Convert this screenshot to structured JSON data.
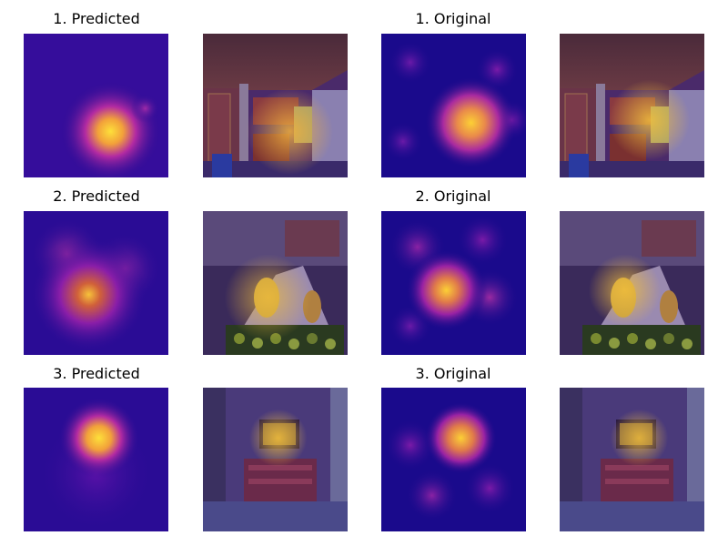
{
  "titles": {
    "row1_predicted": "1. Predicted",
    "row1_original": "1. Original",
    "row2_predicted": "2. Predicted",
    "row2_original": "2. Original",
    "row3_predicted": "3. Predicted",
    "row3_original": "3. Original"
  },
  "colors": {
    "heatmap_low": "#1a0a8c",
    "heatmap_mid": "#b52aa0",
    "heatmap_high": "#fcd035"
  }
}
